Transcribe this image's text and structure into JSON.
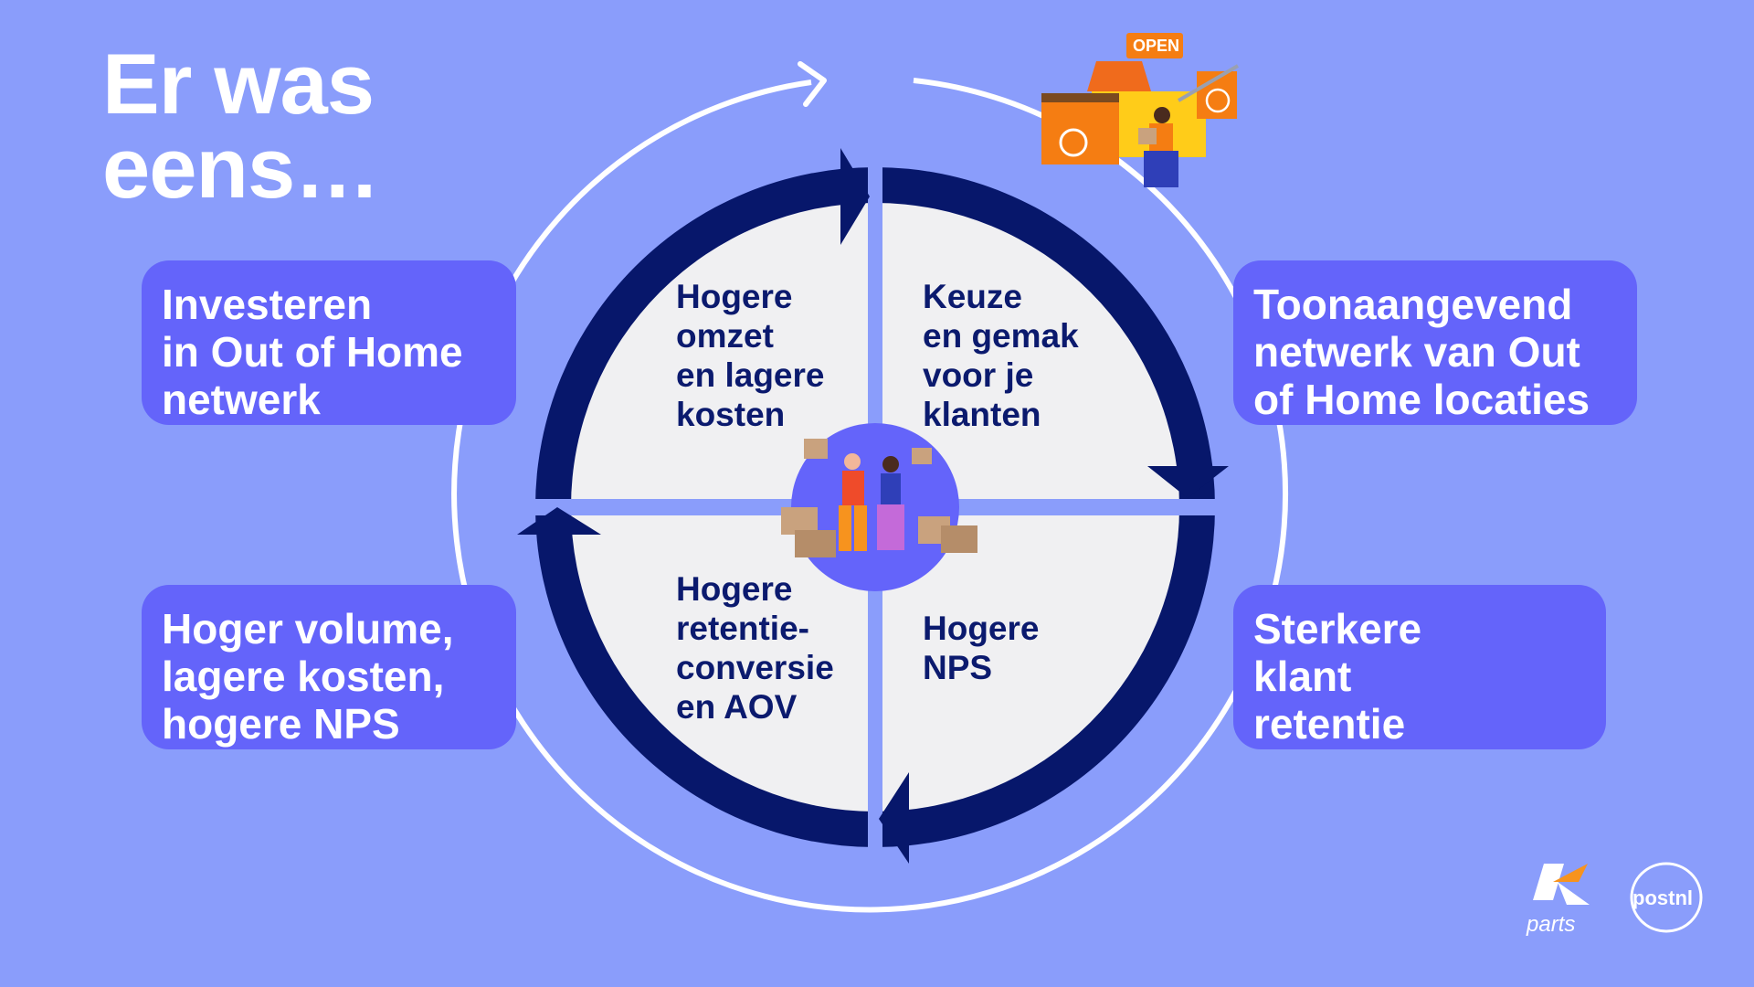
{
  "slide": {
    "title_lines": [
      "Er was",
      "eens…"
    ],
    "outer_boxes": {
      "top_left": [
        "Investeren",
        "in Out of Home",
        "netwerk"
      ],
      "top_right": [
        "Toonaangevend",
        "netwerk van Out",
        "of Home locaties"
      ],
      "bottom_left": [
        "Hoger volume,",
        "lagere kosten,",
        "hogere NPS"
      ],
      "bottom_right": [
        "Sterkere",
        "klant",
        "retentie"
      ]
    },
    "quadrants": {
      "top_left": [
        "Hogere",
        "omzet",
        "en lagere",
        "kosten"
      ],
      "top_right": [
        "Keuze",
        "en gemak",
        "voor je",
        "klanten"
      ],
      "bottom_left": [
        "Hogere",
        "retentie-",
        "conversie",
        "en AOV"
      ],
      "bottom_right": [
        "Hogere",
        "NPS"
      ]
    },
    "illustrations": {
      "shop_sign": "OPEN",
      "center": "people-with-parcels-illustration",
      "top_right": "postnl-shop-illustration"
    },
    "logos": {
      "kparts_label": "parts",
      "postnl_label": "postnl"
    },
    "colors": {
      "background": "#8a9dfb",
      "box": "#6464fa",
      "cycle_arrows": "#07176b",
      "quadrant_fill": "#f0f0f2",
      "outer_ring": "#ffffff"
    }
  }
}
